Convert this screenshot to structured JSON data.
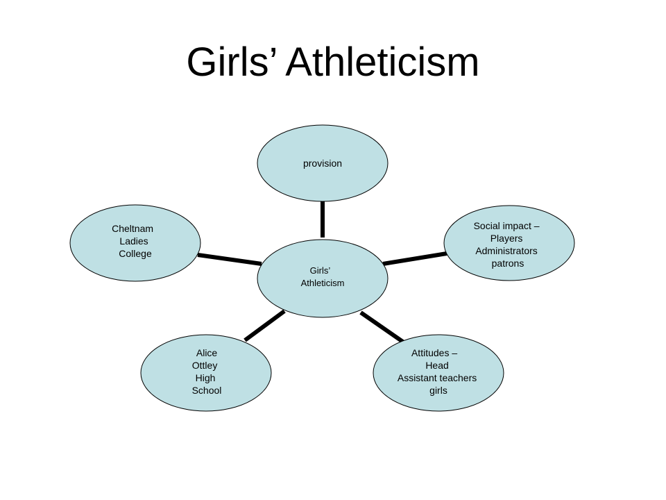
{
  "slide": {
    "title": "Girls’ Athleticism"
  },
  "diagram": {
    "center": {
      "lines": [
        "Girls’",
        "Athleticism"
      ]
    },
    "nodes": [
      {
        "id": "provision",
        "lines": [
          "provision"
        ]
      },
      {
        "id": "social-impact",
        "lines": [
          "Social impact –",
          "Players",
          "Administrators",
          "patrons"
        ]
      },
      {
        "id": "attitudes",
        "lines": [
          "Attitudes –",
          "Head",
          "Assistant teachers",
          "girls"
        ]
      },
      {
        "id": "alice-ottley",
        "lines": [
          "Alice",
          "Ottley",
          "High",
          "School"
        ]
      },
      {
        "id": "cheltnam",
        "lines": [
          "Cheltnam",
          "Ladies",
          "College"
        ]
      }
    ],
    "colors": {
      "node_fill": "#bfe0e4",
      "outline": "#000000",
      "connector": "#000000"
    }
  }
}
